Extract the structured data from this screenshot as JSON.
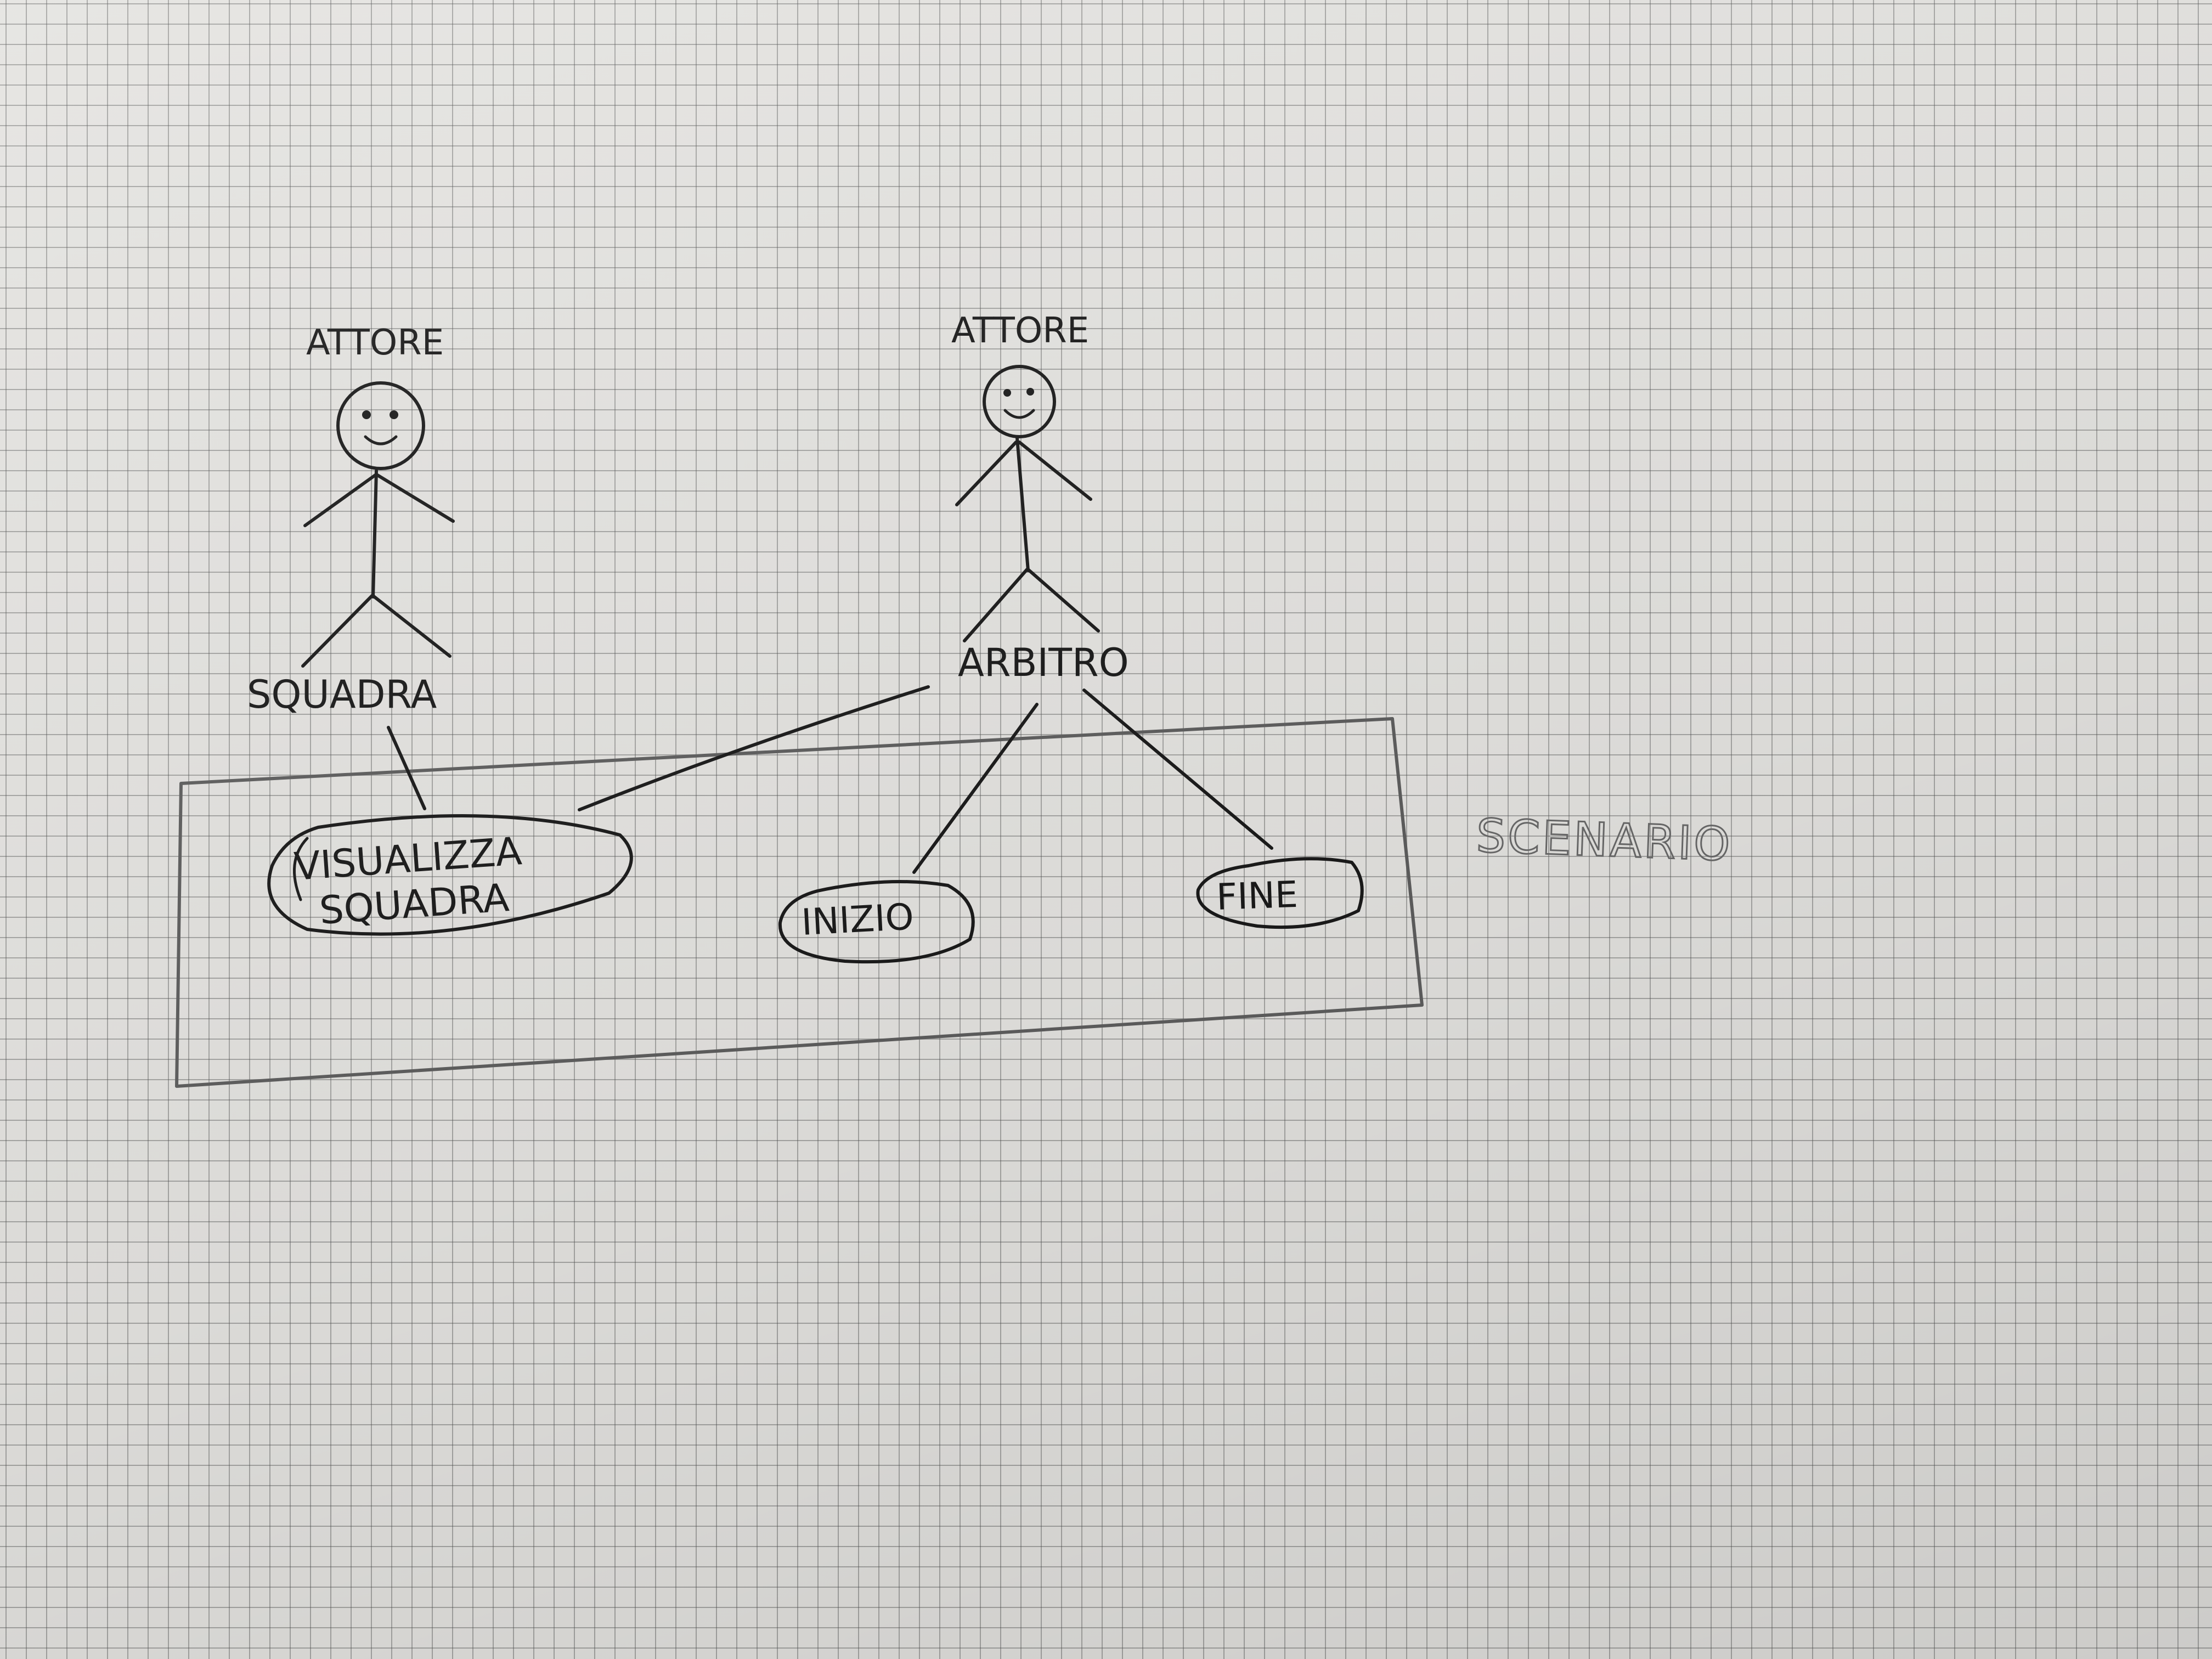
{
  "actors": [
    {
      "id": "squadra",
      "stereotype": "ATTORE",
      "name": "SQUADRA"
    },
    {
      "id": "arbitro",
      "stereotype": "ATTORE",
      "name": "ARBITRO"
    }
  ],
  "system": {
    "label": "SCENARIO"
  },
  "use_cases": [
    {
      "id": "visualizza",
      "line1": "VISUALIZZA",
      "line2": "SQUADRA"
    },
    {
      "id": "inizio",
      "line1": "INIZIO"
    },
    {
      "id": "fine",
      "line1": "FINE"
    }
  ],
  "associations": [
    {
      "from": "squadra",
      "to": "visualizza"
    },
    {
      "from": "arbitro",
      "to": "visualizza"
    },
    {
      "from": "arbitro",
      "to": "inizio"
    },
    {
      "from": "arbitro",
      "to": "fine"
    }
  ],
  "colors": {
    "ink": "#1a1a1a",
    "pencil": "#5e5e5e",
    "paper": "#e4e3e0",
    "grid": "#7a7a7a"
  }
}
